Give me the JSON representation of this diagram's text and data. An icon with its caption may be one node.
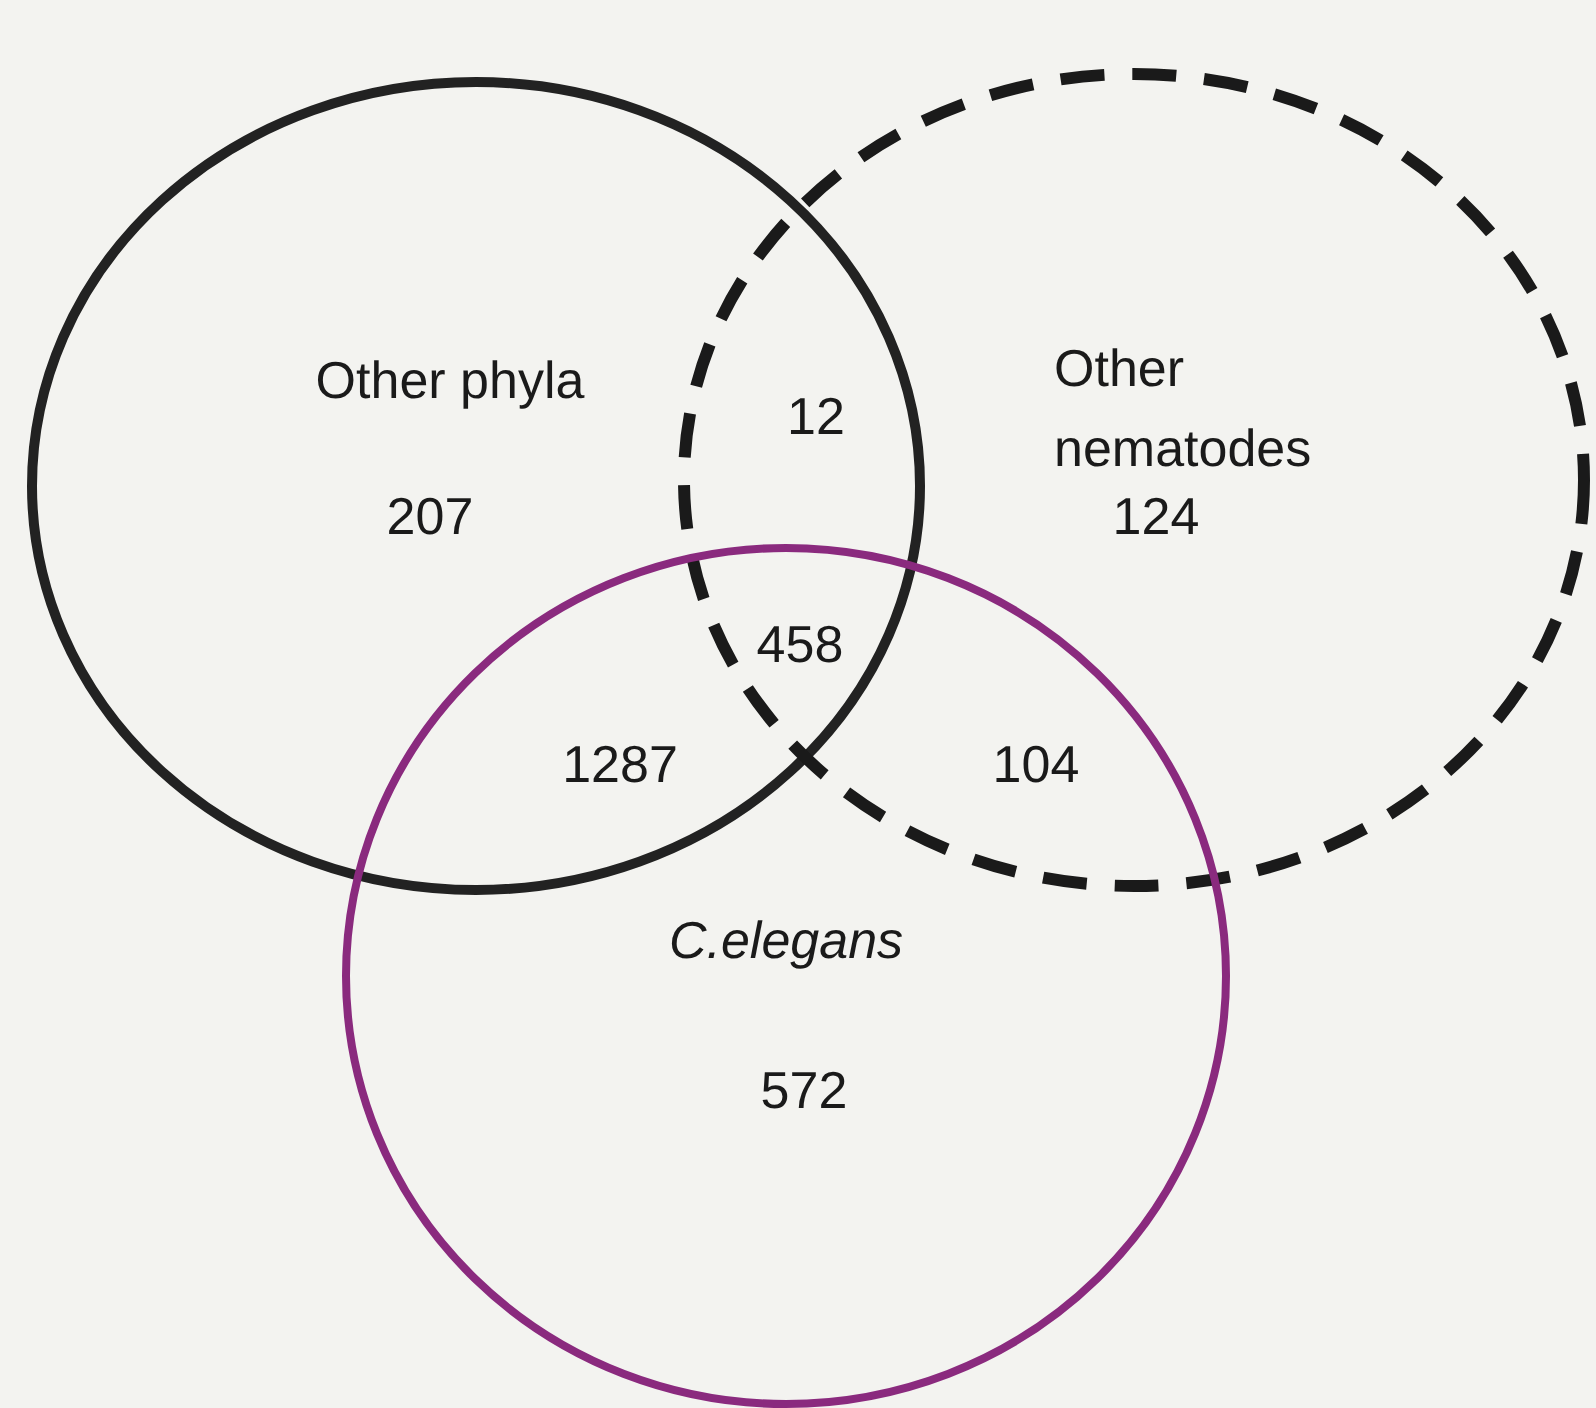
{
  "diagram": {
    "nodes": [
      {
        "text": [
          "Other phyla",
          "207"
        ]
      },
      {
        "text": [
          "Other nematodes",
          "124"
        ]
      },
      {
        "text": [
          "C.elegans",
          "572"
        ]
      }
    ],
    "labels": [
      "12",
      "458",
      "1287",
      "104"
    ]
  }
}
